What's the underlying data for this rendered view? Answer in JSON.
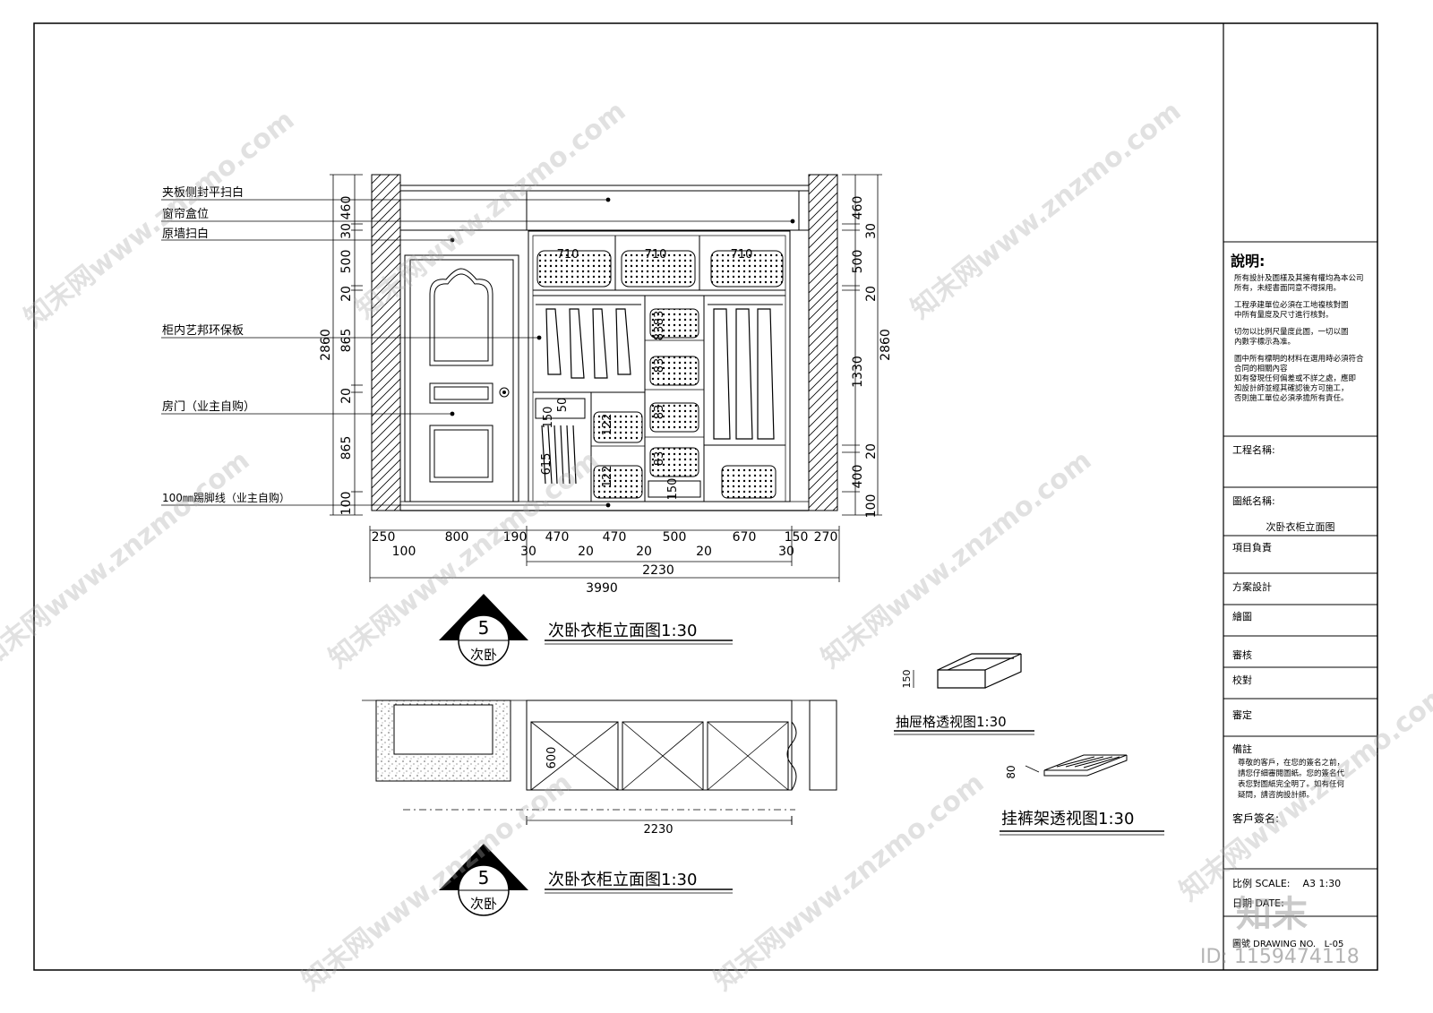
{
  "elevation": {
    "callouts": [
      "夹板侧封平扫白",
      "窗帘盒位",
      "原墙扫白",
      "柜内艺邦环保板",
      "房门（业主自购）",
      "100㎜踢脚线（业主自购）"
    ],
    "left_dims": [
      "460",
      "30",
      "500",
      "20",
      "865",
      "20",
      "865",
      "100"
    ],
    "left_total": "2860",
    "right_dims": [
      "460",
      "30",
      "500",
      "20",
      "1330",
      "20",
      "400",
      "100"
    ],
    "right_total": "2860",
    "bottom_row1": [
      "250",
      "800",
      "190",
      "470",
      "470",
      "500",
      "670",
      "150",
      "270"
    ],
    "bottom_row2": [
      "100",
      "30",
      "20",
      "20",
      "20",
      "30"
    ],
    "inner_total": "2230",
    "overall_total": "3990",
    "shelf_widths": [
      "710",
      "710",
      "710"
    ],
    "inner_labels": [
      "150",
      "50",
      "615",
      "122",
      "122",
      "150",
      "83",
      "83",
      "83",
      "83",
      "83"
    ]
  },
  "titles": {
    "symbol_num": "5",
    "symbol_room": "次卧",
    "title1": "次卧衣柜立面图1:30",
    "title2": "次卧衣柜立面图1:30",
    "drawer_title": "抽屉格透视图1:30",
    "drawer_dim": "150",
    "rack_title": "挂裤架透视图1:30",
    "rack_dim": "80"
  },
  "plan": {
    "depth": "600",
    "width": "2230"
  },
  "title_block": {
    "notes_header": "說明:",
    "notes": [
      "所有設計及圖樣及其擁有權均為本公司",
      "所有，未經書面同意不得採用。",
      "工程承建單位必須在工地複核對圖",
      "中所有量度及尺寸進行核對。",
      "切勿以比例尺量度此圖，一切以圖",
      "內數字標示為准。",
      "圖中所有標明的材料在選用時必須符合",
      "合同的相關內容",
      "如有發現任何偏差或不詳之處，應即",
      "知設計師並經其確認後方可施工，",
      "否則施工單位必須承擔所有責任。"
    ],
    "project_name_label": "工程名稱:",
    "drawing_name_label": "圖紙名稱:",
    "drawing_name": "次卧衣柜立面图",
    "rows": [
      "項目負責",
      "方案設計",
      "繪圖",
      "審核",
      "校對",
      "審定"
    ],
    "remarks_label": "備註",
    "remarks": [
      "尊敬的客戶，在您的簽名之前，",
      "請您仔細審閱圖紙。您的簽名代",
      "表您對圖紙完全明了。如有任何",
      "疑問，請咨詢設計師。"
    ],
    "client_sign": "客戶簽名:",
    "scale": "比例 SCALE:    A3 1:30",
    "date": "日期 DATE:",
    "drawing_no": "圖號 DRAWING NO.   L-05"
  },
  "watermark": {
    "text": "知末网www.znzmo.com",
    "logo": "知末",
    "id": "ID: 1159474118"
  }
}
